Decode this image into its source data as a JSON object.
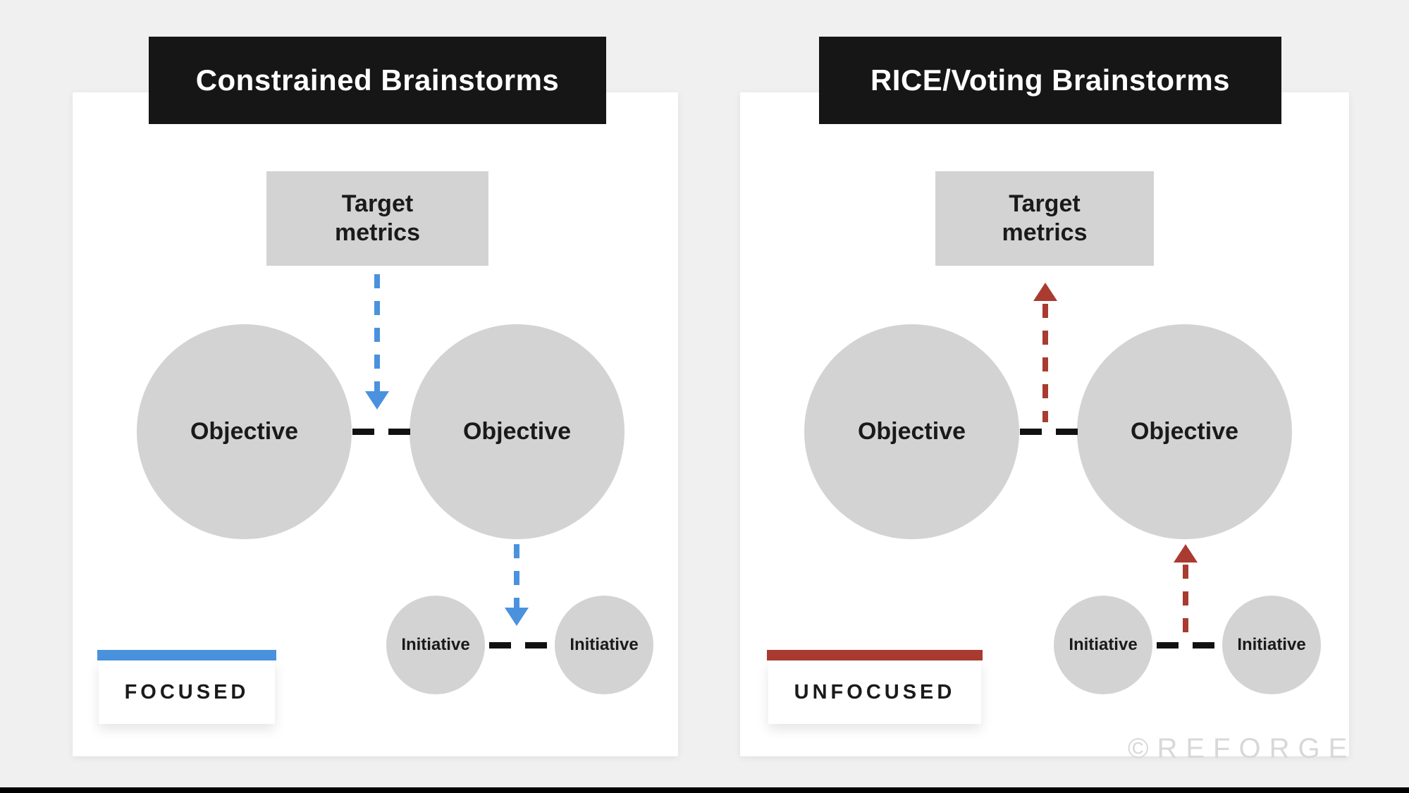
{
  "colors": {
    "background": "#f0f0f1",
    "panel": "#ffffff",
    "header_bg": "#161616",
    "header_text": "#ffffff",
    "node_gray": "#d3d3d3",
    "connector_black": "#111111",
    "accent_blue": "#4a92de",
    "accent_red": "#a93b30",
    "watermark_gray": "#d8d8d8",
    "bottom_bar": "#000000"
  },
  "watermark": "©REFORGE",
  "panels": [
    {
      "header": "Constrained Brainstorms",
      "target_label": "Target metrics",
      "objectives": [
        "Objective",
        "Objective"
      ],
      "initiatives": [
        "Initiative",
        "Initiative"
      ],
      "badge_label": "FOCUSED",
      "arrow_direction": "down",
      "arrow_color": "#4a92de"
    },
    {
      "header": "RICE/Voting Brainstorms",
      "target_label": "Target metrics",
      "objectives": [
        "Objective",
        "Objective"
      ],
      "initiatives": [
        "Initiative",
        "Initiative"
      ],
      "badge_label": "UNFOCUSED",
      "arrow_direction": "up",
      "arrow_color": "#a93b30"
    }
  ]
}
